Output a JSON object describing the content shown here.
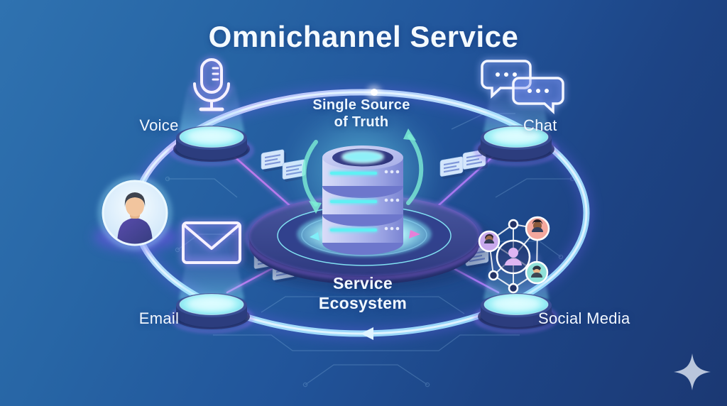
{
  "title": "Omnichannel Service",
  "center": {
    "icon": "database-icon",
    "top_label_line1": "Single Source",
    "top_label_line2": "of Truth",
    "bottom_label_line1": "Service",
    "bottom_label_line2": "Ecosystem"
  },
  "channels": [
    {
      "id": "voice",
      "label": "Voice",
      "icon": "microphone-icon",
      "position": "top-left"
    },
    {
      "id": "chat",
      "label": "Chat",
      "icon": "chat-bubbles-icon",
      "position": "top-right"
    },
    {
      "id": "email",
      "label": "Email",
      "icon": "envelope-icon",
      "position": "bottom-left"
    },
    {
      "id": "social",
      "label": "Social Media",
      "icon": "social-network-icon",
      "position": "bottom-right"
    }
  ],
  "customer": {
    "icon": "person-avatar-icon",
    "position": "left-on-ring"
  },
  "decorations": {
    "ring_icon": "orbit-ring",
    "sync_icon": "sync-arrows-icon",
    "sparkle_icon": "sparkle-icon",
    "data_cards_icon": "data-card-icon",
    "circuit_icon": "circuit-traces"
  },
  "colors": {
    "background_top": "#2f72b0",
    "background_bottom": "#1b3873",
    "ring": "#aee2fb",
    "neon_purple": "#a06ff5",
    "neon_pink": "#f07ad8",
    "glow_cyan": "#6ff0f8",
    "platform_cyan": "#9ff0f6",
    "database_lavender": "#aab3ea",
    "text": "#f2f8ff",
    "sparkle": "#b9c6dc"
  }
}
